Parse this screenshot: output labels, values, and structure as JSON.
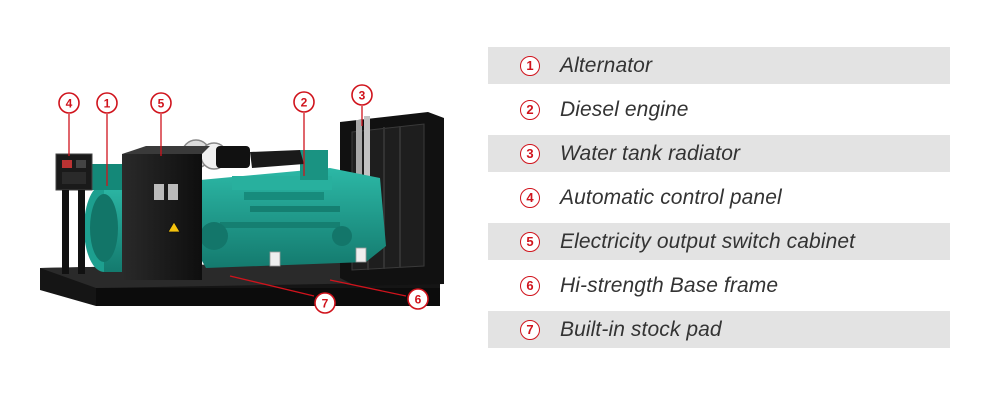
{
  "figure": {
    "callouts": [
      {
        "num": "4",
        "target": "control-panel"
      },
      {
        "num": "1",
        "target": "alternator"
      },
      {
        "num": "5",
        "target": "switch-cabinet"
      },
      {
        "num": "2",
        "target": "diesel-engine"
      },
      {
        "num": "3",
        "target": "radiator"
      },
      {
        "num": "7",
        "target": "stock-pad"
      },
      {
        "num": "6",
        "target": "base-frame"
      }
    ]
  },
  "legend": {
    "items": [
      {
        "num": "1",
        "label": "Alternator"
      },
      {
        "num": "2",
        "label": "Diesel engine"
      },
      {
        "num": "3",
        "label": "Water tank radiator"
      },
      {
        "num": "4",
        "label": "Automatic control panel"
      },
      {
        "num": "5",
        "label": "Electricity output switch cabinet"
      },
      {
        "num": "6",
        "label": "Hi-strength Base frame"
      },
      {
        "num": "7",
        "label": "Built-in stock pad"
      }
    ]
  },
  "colors": {
    "accent": "#d0131c",
    "engine_teal": "#1c9e8e",
    "frame": "#141414",
    "row_shade": "#e3e3e3",
    "label_text": "#333333"
  }
}
